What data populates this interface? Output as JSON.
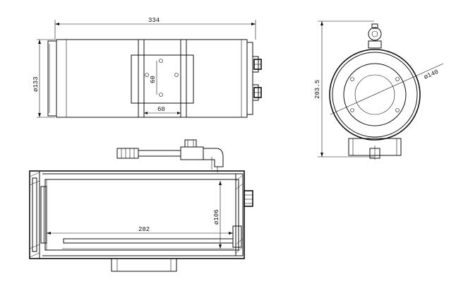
{
  "dimensions": {
    "overall_length": "334",
    "body_diameter": "ø133",
    "bracket_hole_spacing_vertical": "60",
    "bracket_hole_spacing_horizontal": "60",
    "overall_height": "203.5",
    "front_diameter": "ø140",
    "inner_length": "282",
    "inner_diameter": "ø106"
  }
}
